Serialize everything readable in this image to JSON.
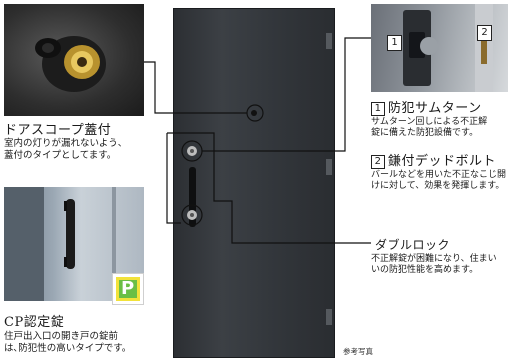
{
  "items": {
    "door_scope": {
      "title": "ドアスコープ蓋付",
      "desc_lines": [
        "室内の灯りが漏れないよう、",
        "蓋付のタイプとしてます。"
      ]
    },
    "cp_lock": {
      "title": "CP認定錠",
      "desc_lines": [
        "住戸出入口の開き戸の錠前",
        "は､防犯性の高いタイプです。"
      ],
      "badge": "P"
    },
    "thumb_turn": {
      "number": "1",
      "title": "防犯サムターン",
      "desc_lines": [
        "サムターン回しによる不正解",
        "錠に備えた防犯設備です。"
      ]
    },
    "deadbolt": {
      "number": "2",
      "title": "鎌付デッドボルト",
      "desc_lines": [
        "バールなどを用いた不正なこじ開",
        "けに対して、効果を発揮します。"
      ]
    },
    "double_lock": {
      "title": "ダブルロック",
      "desc_lines": [
        "不正解錠が困難になり、住まい",
        "いの防犯性能を高めます。"
      ]
    }
  },
  "photo_labels": [
    "1",
    "2"
  ],
  "reference_note": "参考写真",
  "colors": {
    "door": "#353a3f",
    "line": "#111111",
    "badge_green": "#6abf45",
    "badge_yellow": "#f2e23a"
  }
}
